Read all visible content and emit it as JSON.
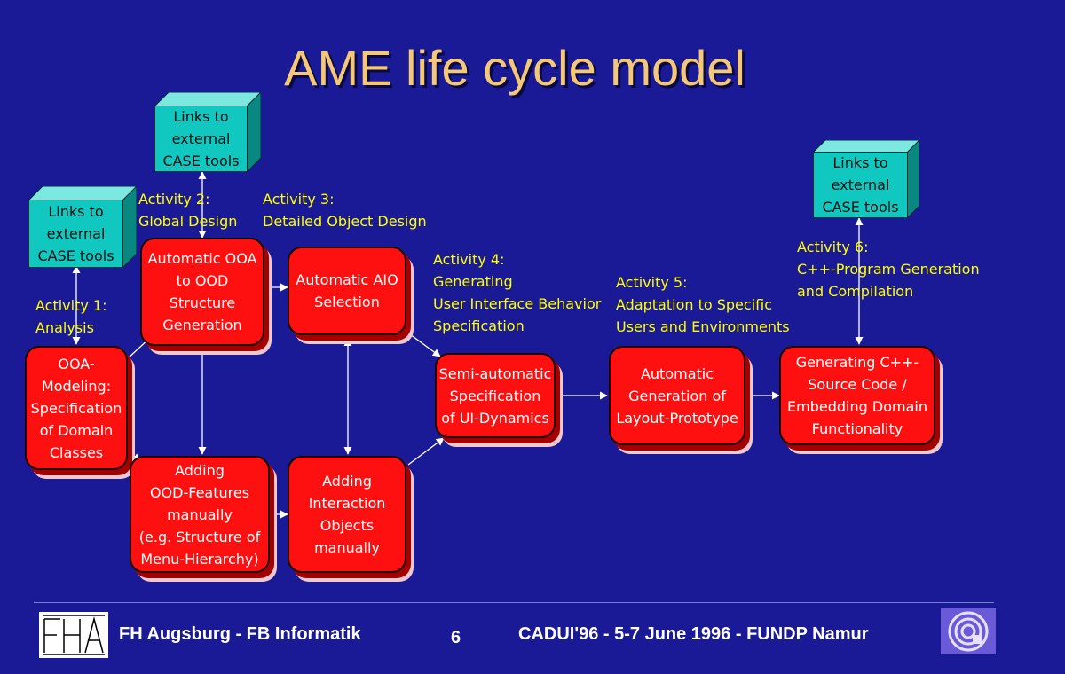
{
  "slide": {
    "title": "AME life cycle model"
  },
  "cubes": [
    {
      "id": "cube-analysis",
      "text": "Links to\nexternal\nCASE tools"
    },
    {
      "id": "cube-global-design",
      "text": "Links to\nexternal\nCASE tools"
    },
    {
      "id": "cube-codegen",
      "text": "Links to\nexternal\nCASE tools"
    }
  ],
  "activities": {
    "a1": "Activity 1:\nAnalysis",
    "a2": "Activity 2:\nGlobal Design",
    "a3": "Activity 3:\nDetailed Object Design",
    "a4": "Activity 4:\nGenerating\nUser Interface Behavior\nSpecification",
    "a5": "Activity 5:\nAdaptation to Specific\nUsers and Environments",
    "a6": "Activity 6:\nC++-Program Generation\nand Compilation"
  },
  "boxes": {
    "ooa_modeling": "OOA-\nModeling:\nSpecification\nof Domain\nClasses",
    "auto_ooa_ood": "Automatic OOA\nto OOD\nStructure\nGeneration",
    "adding_ood": "Adding\nOOD-Features\nmanually\n(e.g. Structure of\nMenu-Hierarchy)",
    "auto_aio": "Automatic AIO\nSelection",
    "adding_interaction": "Adding\nInteraction\nObjects\nmanually",
    "semi_auto": "Semi-automatic\nSpecification\nof UI-Dynamics",
    "auto_layout": "Automatic\nGeneration of\nLayout-Prototype",
    "gen_cpp": "Generating C++-\nSource Code /\nEmbedding Domain\nFunctionality"
  },
  "footer": {
    "left": "FH Augsburg - FB Informatik",
    "page": "6",
    "right": "CADUI'96 - 5-7 June 1996 - FUNDP Namur",
    "left_logo_text": "FHA"
  },
  "colors": {
    "background": "#1a1a96",
    "title": "#f5c878",
    "box": "#ff1010",
    "cube": "#10c8c0",
    "activity_text": "#ffff00"
  }
}
